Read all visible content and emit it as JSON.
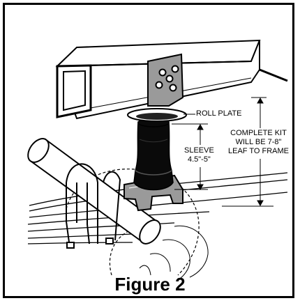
{
  "labels": {
    "roll_plate": "ROLL PLATE",
    "sleeve": "SLEEVE\n4.5\"-5\"",
    "complete_kit": "COMPLETE KIT\nWILL BE 7-8\"\nLEAF TO FRAME"
  },
  "caption": "Figure 2"
}
